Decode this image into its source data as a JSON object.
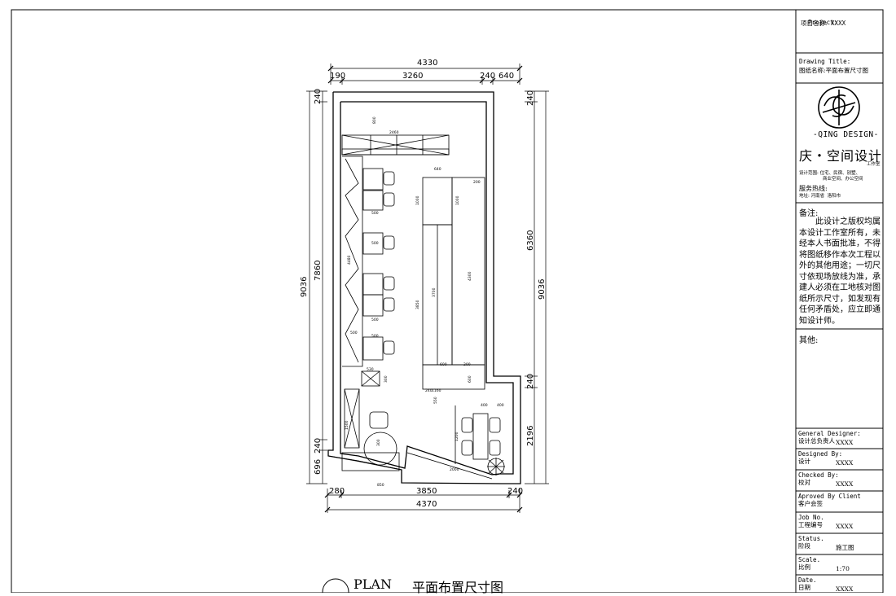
{
  "titleblock": {
    "project_en": "Project:",
    "project_cn": "项目名称:",
    "project_val": "XXXX",
    "drawing_en": "Drawing Title:",
    "drawing_cn": "图纸名称:",
    "drawing_val": "平面布置尺寸图",
    "brand_en": "-QING DESIGN-",
    "brand_cn": "庆・空间设计",
    "brand_sub": "工作室",
    "scope": "设计范围: 住宅、民宿、别墅、",
    "scope2": "商业空间、办公空间",
    "hotline": "服务热线:",
    "address": "地址: 河南省  洛阳市",
    "notes_title": "备注:",
    "notes_body": "此设计之版权均属本设计工作室所有，未经本人书面批准，不得将图纸移作本次工程以外的其他用途；一切尺寸依现场放线为准，承建人必须在工地核对图纸所示尺寸，如发现有任何矛盾处，应立即通知设计师。",
    "other_title": "其他:",
    "rows": [
      {
        "en": "General Designer:",
        "cn": "设计总负责人",
        "val": "XXXX"
      },
      {
        "en": "Designed By:",
        "cn": "设计",
        "val": "XXXX"
      },
      {
        "en": "Checked By:",
        "cn": "校对",
        "val": "XXXX"
      },
      {
        "en": "Aproved By Client",
        "cn": "客户会签",
        "val": ""
      },
      {
        "en": "Job No.",
        "cn": "工程编号",
        "val": "XXXX"
      },
      {
        "en": "Status.",
        "cn": "阶段",
        "val": "施工图"
      },
      {
        "en": "Scale.",
        "cn": "比例",
        "val": "1:70"
      },
      {
        "en": "Date.",
        "cn": "日期",
        "val": "XXXX"
      }
    ]
  },
  "plan": {
    "label_en": "PLAN",
    "label_cn": "平面布置尺寸图",
    "top_dims": {
      "overall": "4330",
      "a": "190",
      "b": "3260",
      "c": "240",
      "d": "640"
    },
    "bottom_dims": {
      "overall": "4370",
      "a": "280",
      "b": "3850",
      "c": "240"
    },
    "left_dims": {
      "overall": "9036",
      "a": "240",
      "b": "7860",
      "c": "240",
      "d": "696"
    },
    "right_dims": {
      "overall": "9036",
      "a": "240",
      "b": "6360",
      "c": "240",
      "d": "2196"
    },
    "inner_dims": [
      "2460",
      "640",
      "800",
      "200",
      "1000",
      "1000",
      "500",
      "500",
      "500",
      "500",
      "500",
      "4480",
      "3850",
      "3700",
      "4300",
      "600",
      "200",
      "600",
      "530",
      "300",
      "240",
      "1160",
      "550",
      "400",
      "400",
      "1200",
      "850",
      "2000",
      "300",
      "1500"
    ]
  },
  "colors": {
    "line": "#000000",
    "background": "#ffffff"
  }
}
